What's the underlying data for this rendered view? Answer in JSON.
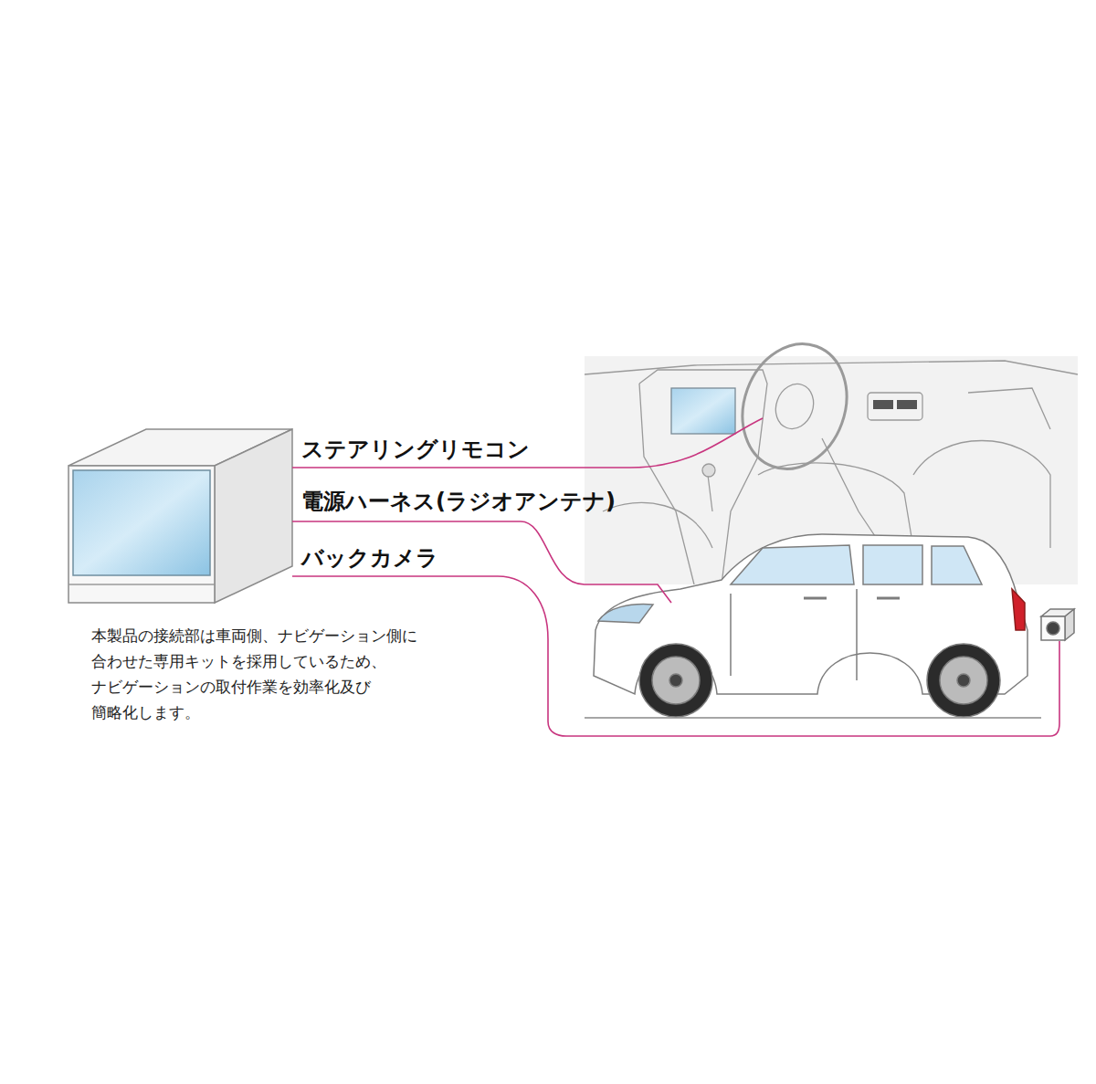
{
  "diagram": {
    "labels": [
      "ステアリングリモコン",
      "電源ハーネス(ラジオアンテナ)",
      "バックカメラ",
      "本製品の接続部は車両側、ナビゲーション側に 合わせた専用キットを採用しているため、 ナビゲーションの取付作業を効率化及び 簡略化します。"
    ]
  }
}
